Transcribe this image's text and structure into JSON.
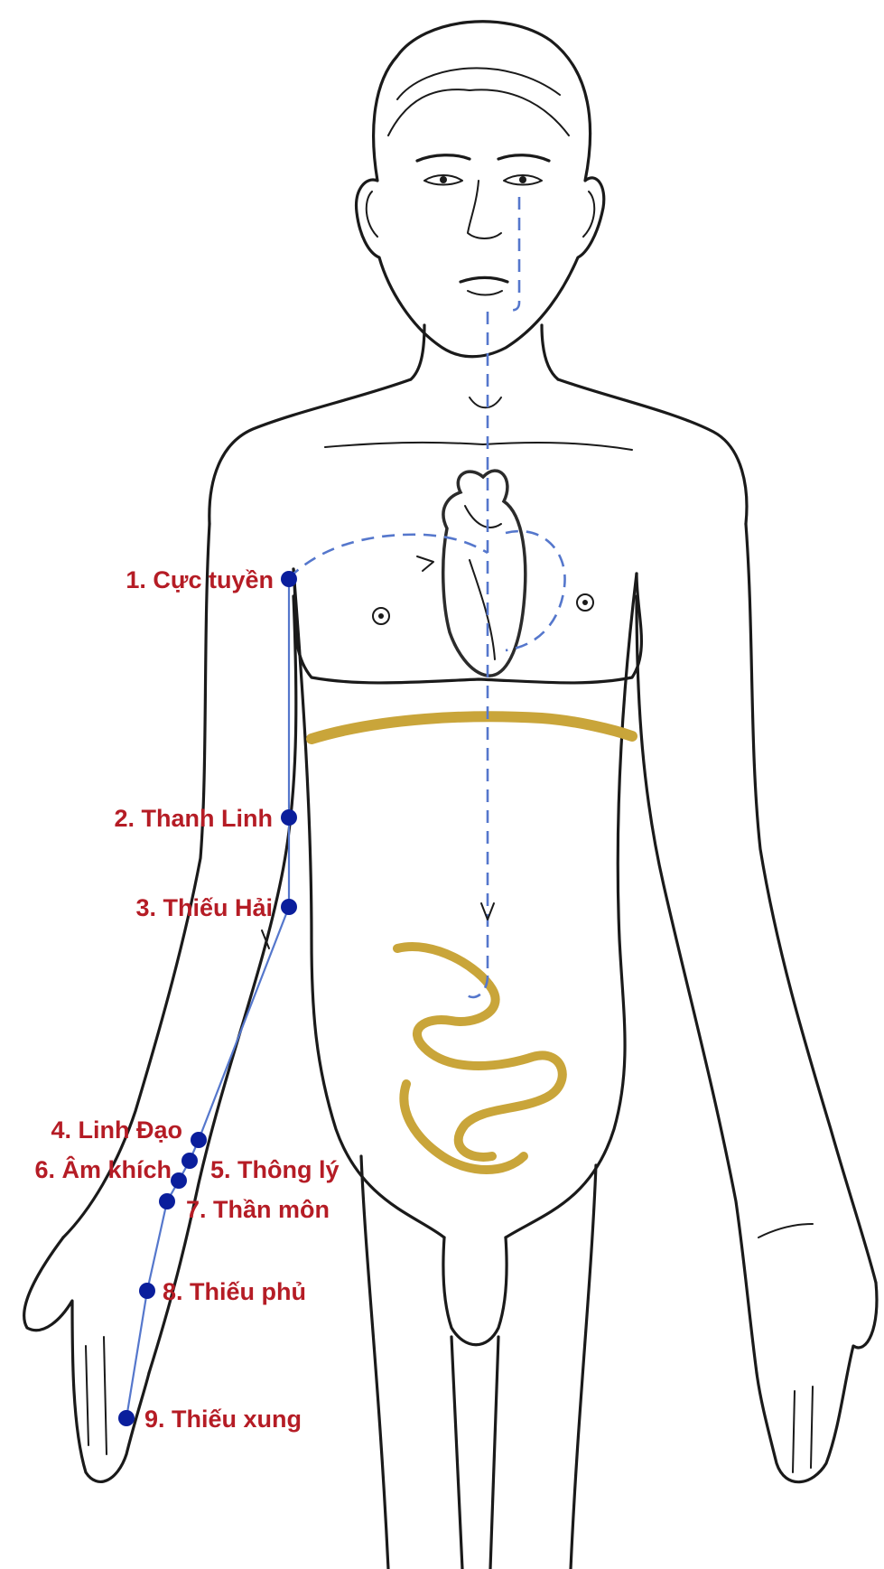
{
  "colors": {
    "label": "#b51c25",
    "point": "#0a1e9c",
    "meridian": "#5577cc",
    "gold": "#c9a53a",
    "outline": "#1a1a1a"
  },
  "points": [
    {
      "label": "1. Cực tuyền"
    },
    {
      "label": "2. Thanh Linh"
    },
    {
      "label": "3. Thiếu Hải"
    },
    {
      "label": "4. Linh Đạo"
    },
    {
      "label": "5. Thông lý"
    },
    {
      "label": "6. Âm khích"
    },
    {
      "label": "7. Thần môn"
    },
    {
      "label": "8. Thiếu phủ"
    },
    {
      "label": "9. Thiếu xung"
    }
  ]
}
